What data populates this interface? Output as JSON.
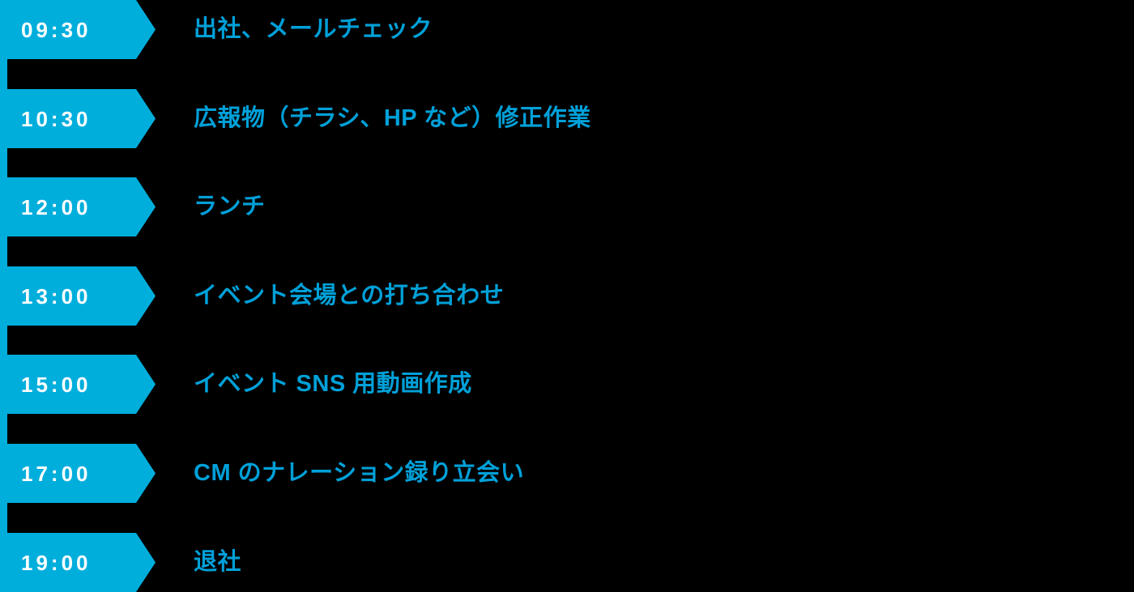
{
  "theme": {
    "background_color": "#000000",
    "accent_color": "#00aedc",
    "task_text_color": "#00a0d8",
    "time_text_color": "#ffffff"
  },
  "schedule": {
    "rows": [
      {
        "time": "09:30",
        "task": "出社、メールチェック"
      },
      {
        "time": "10:30",
        "task": "広報物（チラシ、HP など）修正作業"
      },
      {
        "time": "12:00",
        "task": "ランチ"
      },
      {
        "time": "13:00",
        "task": "イベント会場との打ち合わせ"
      },
      {
        "time": "15:00",
        "task": "イベント SNS 用動画作成"
      },
      {
        "time": "17:00",
        "task": "CM のナレーション録り立会い"
      },
      {
        "time": "19:00",
        "task": "退社"
      }
    ]
  }
}
